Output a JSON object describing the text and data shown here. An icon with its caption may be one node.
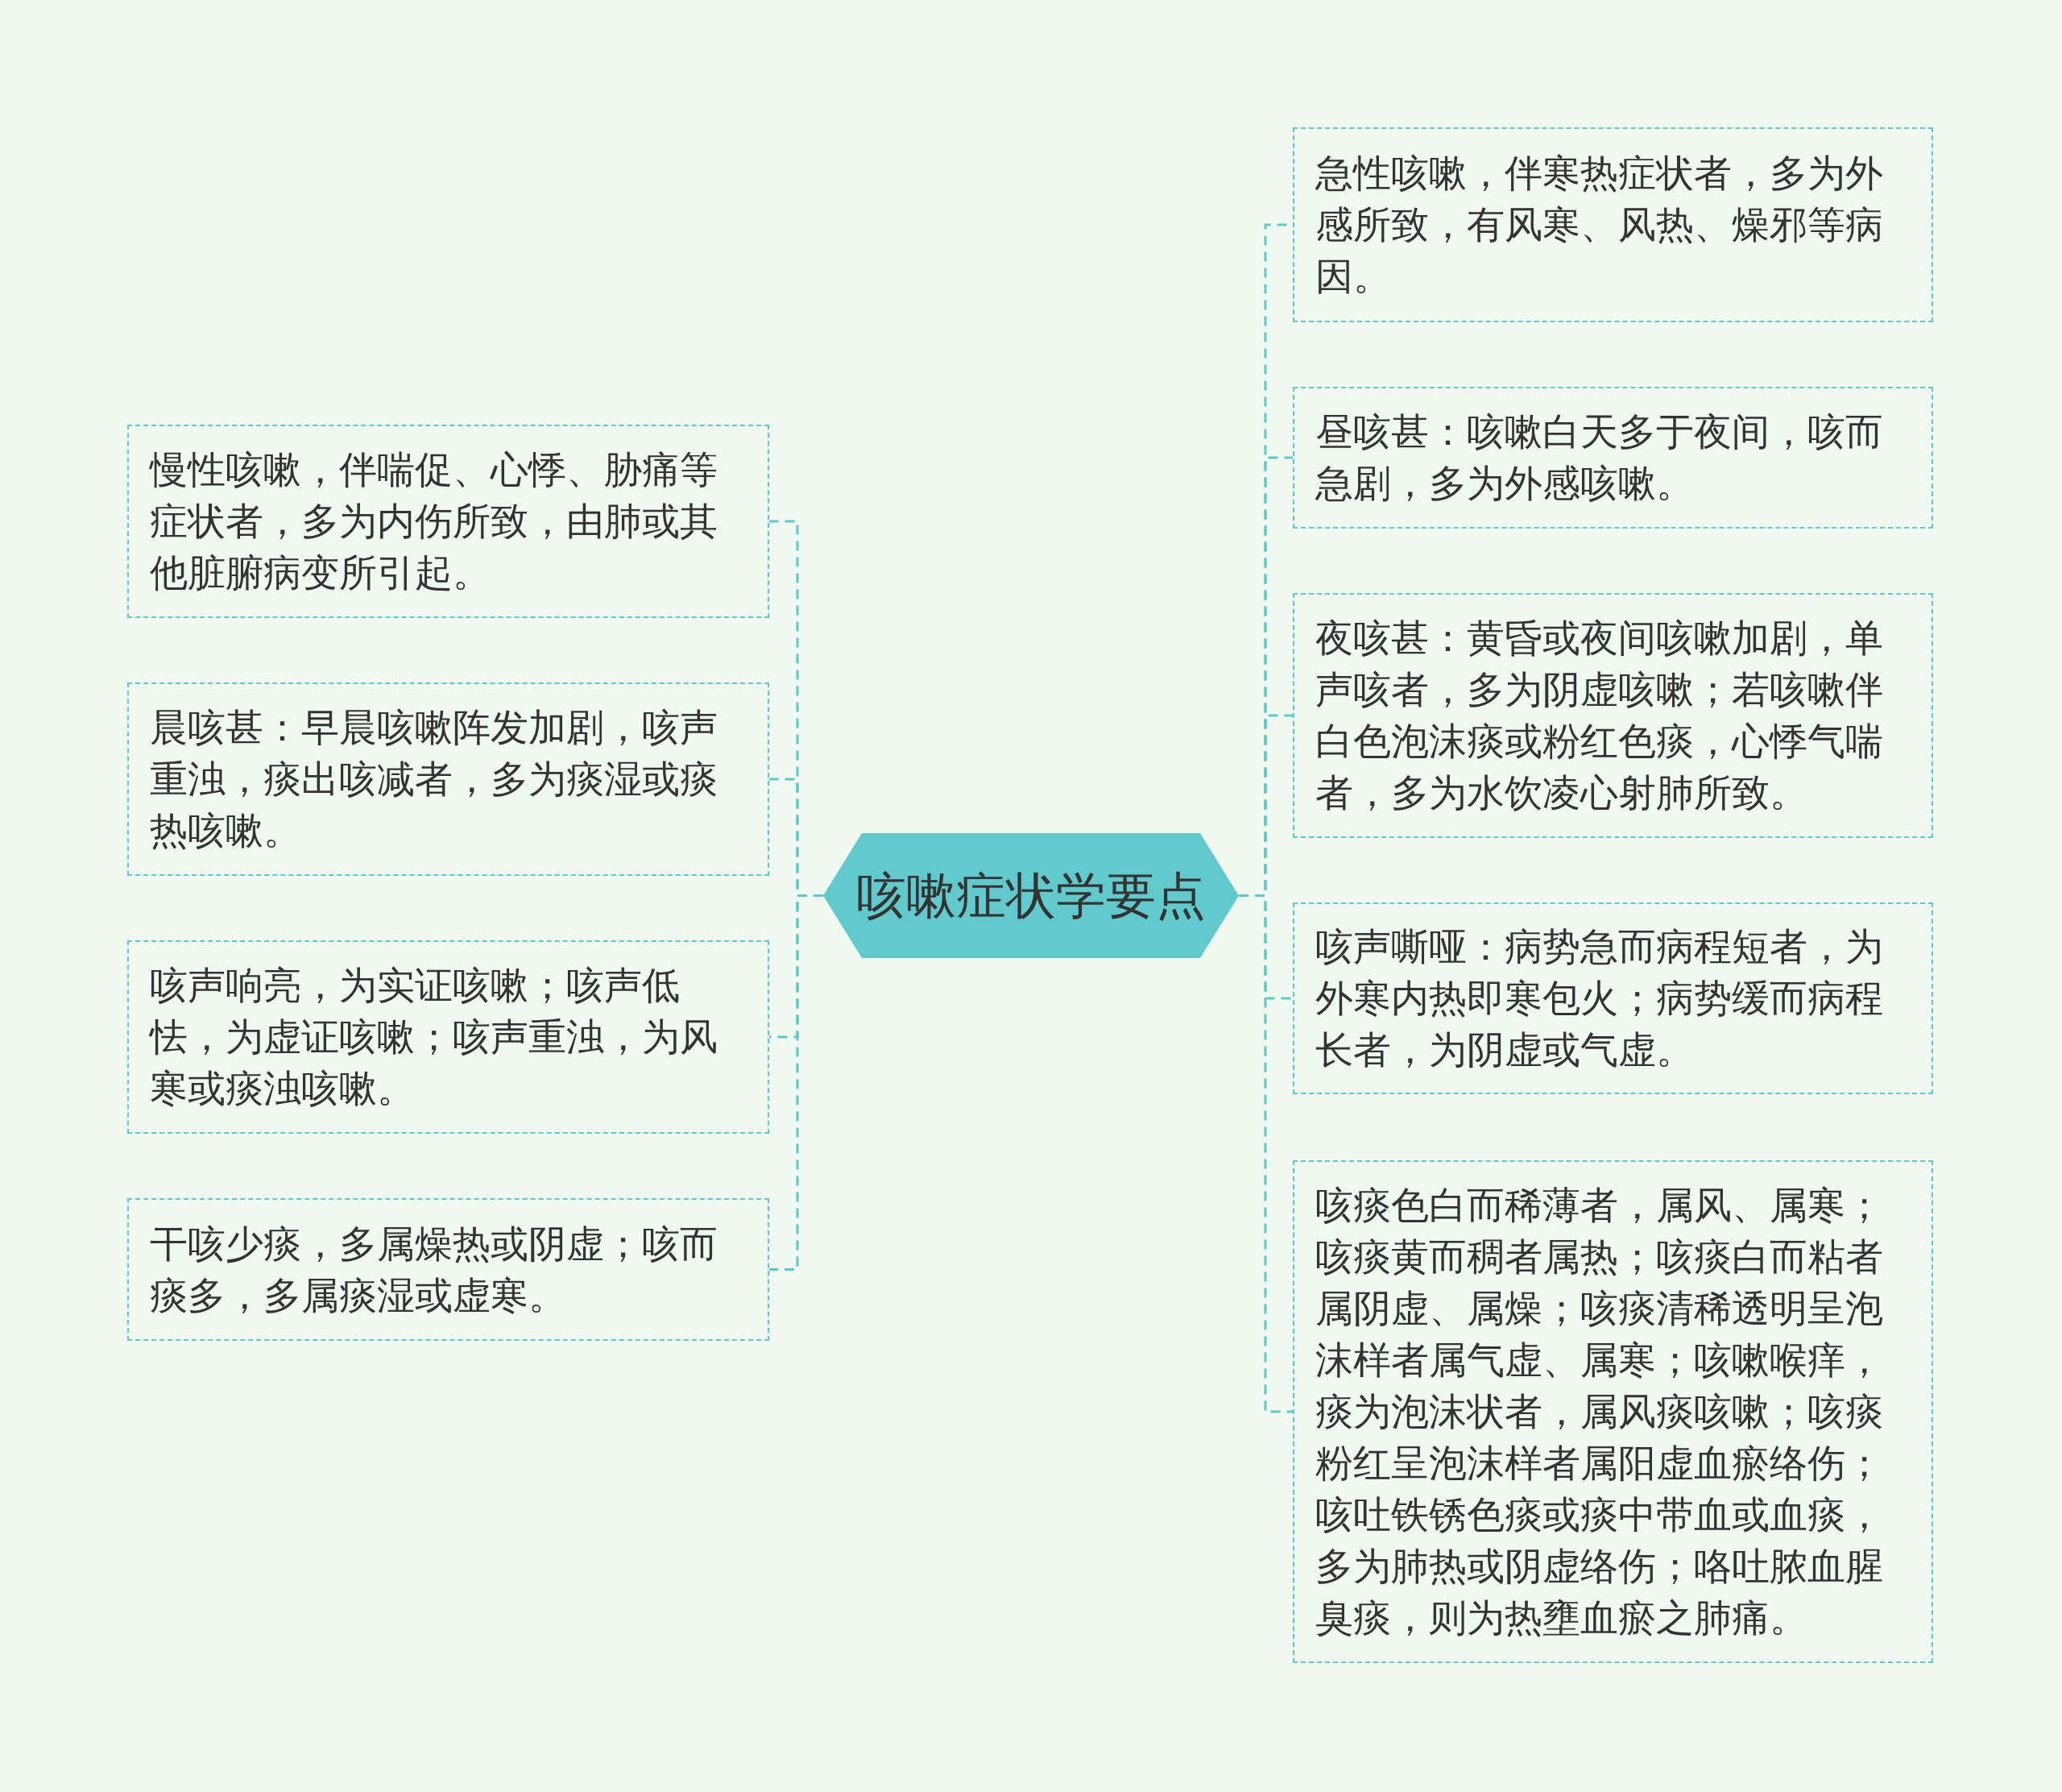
{
  "diagram": {
    "nodes": [
      {
        "text": [
          "咳嗽症状学要点"
        ]
      },
      {
        "text": [
          "慢性咳嗽，伴喘促、心悸、胁痛等症状者，多为内伤所致，由肺或其他脏腑病变所引起。"
        ]
      },
      {
        "text": [
          "晨咳甚：早晨咳嗽阵发加剧，咳声重浊，痰出咳减者，多为痰湿或痰热咳嗽。"
        ]
      },
      {
        "text": [
          "咳声响亮，为实证咳嗽；咳声低怯，为虚证咳嗽；咳声重浊，为风寒或痰浊咳嗽。"
        ]
      },
      {
        "text": [
          "干咳少痰，多属燥热或阴虚；咳而痰多，多属痰湿或虚寒。"
        ]
      },
      {
        "text": [
          "急性咳嗽，伴寒热症状者，多为外感所致，有风寒、风热、燥邪等病因。"
        ]
      },
      {
        "text": [
          "昼咳甚：咳嗽白天多于夜间，咳而急剧，多为外感咳嗽。"
        ]
      },
      {
        "text": [
          "夜咳甚：黄昏或夜间咳嗽加剧，单声咳者，多为阴虚咳嗽；若咳嗽伴白色泡沫痰或粉红色痰，心悸气喘者，多为水饮凌心射肺所致。"
        ]
      },
      {
        "text": [
          "咳声嘶哑：病势急而病程短者，为外寒内热即寒包火；病势缓而病程长者，为阴虚或气虚。"
        ]
      },
      {
        "text": [
          "咳痰色白而稀薄者，属风、属寒；咳痰黄而稠者属热；咳痰白而粘者属阴虚、属燥；咳痰清稀透明呈泡沫样者属气虚、属寒；咳嗽喉痒，痰为泡沫状者，属风痰咳嗽；咳痰粉红呈泡沫样者属阳虚血瘀络伤；咳吐铁锈色痰或痰中带血或血痰，多为肺热或阴虚络伤；咯吐脓血腥臭痰，则为热壅血瘀之肺痛。"
        ]
      }
    ],
    "edges": [
      {
        "from": 0,
        "to": 1,
        "arrow": "none"
      },
      {
        "from": 0,
        "to": 2,
        "arrow": "none"
      },
      {
        "from": 0,
        "to": 3,
        "arrow": "none"
      },
      {
        "from": 0,
        "to": 4,
        "arrow": "none"
      },
      {
        "from": 0,
        "to": 5,
        "arrow": "none"
      },
      {
        "from": 0,
        "to": 6,
        "arrow": "none"
      },
      {
        "from": 0,
        "to": 7,
        "arrow": "none"
      },
      {
        "from": 0,
        "to": 8,
        "arrow": "none"
      },
      {
        "from": 0,
        "to": 9,
        "arrow": "none"
      }
    ]
  }
}
